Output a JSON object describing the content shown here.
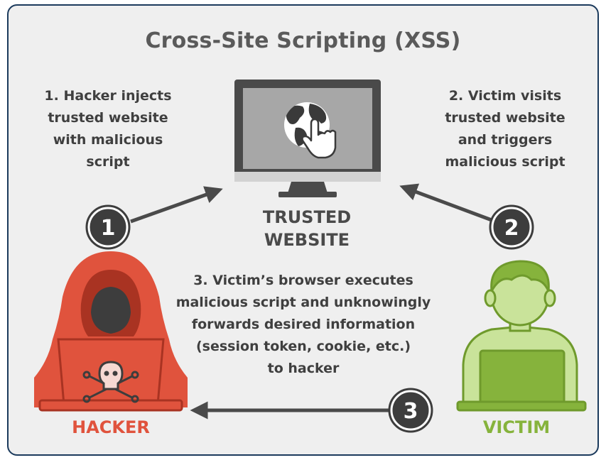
{
  "title": "Cross-Site Scripting (XSS)",
  "step1": {
    "number": "1",
    "lines": [
      "1. Hacker injects",
      "trusted website",
      "with malicious",
      "script"
    ]
  },
  "step2": {
    "number": "2",
    "lines": [
      "2. Victim visits",
      "trusted website",
      "and triggers",
      "malicious script"
    ]
  },
  "step3": {
    "number": "3",
    "lines": [
      "3. Victim’s browser executes",
      "malicious script and unknowingly",
      "forwards desired information",
      "(session token, cookie, etc.)",
      "to hacker"
    ]
  },
  "website_label": [
    "TRUSTED",
    "WEBSITE"
  ],
  "hacker_label": "HACKER",
  "victim_label": "VICTIM",
  "colors": {
    "background": "#efefef",
    "border": "#1b3a5c",
    "hacker": "#e0533d",
    "victim": "#86b33c",
    "text": "#3f3f3f",
    "badge": "#3d3d3d"
  },
  "icons": [
    "monitor-icon",
    "globe-icon",
    "hand-pointer-icon",
    "hacker-icon",
    "skull-crossbones-icon",
    "victim-icon",
    "laptop-icon",
    "arrow-icon"
  ]
}
